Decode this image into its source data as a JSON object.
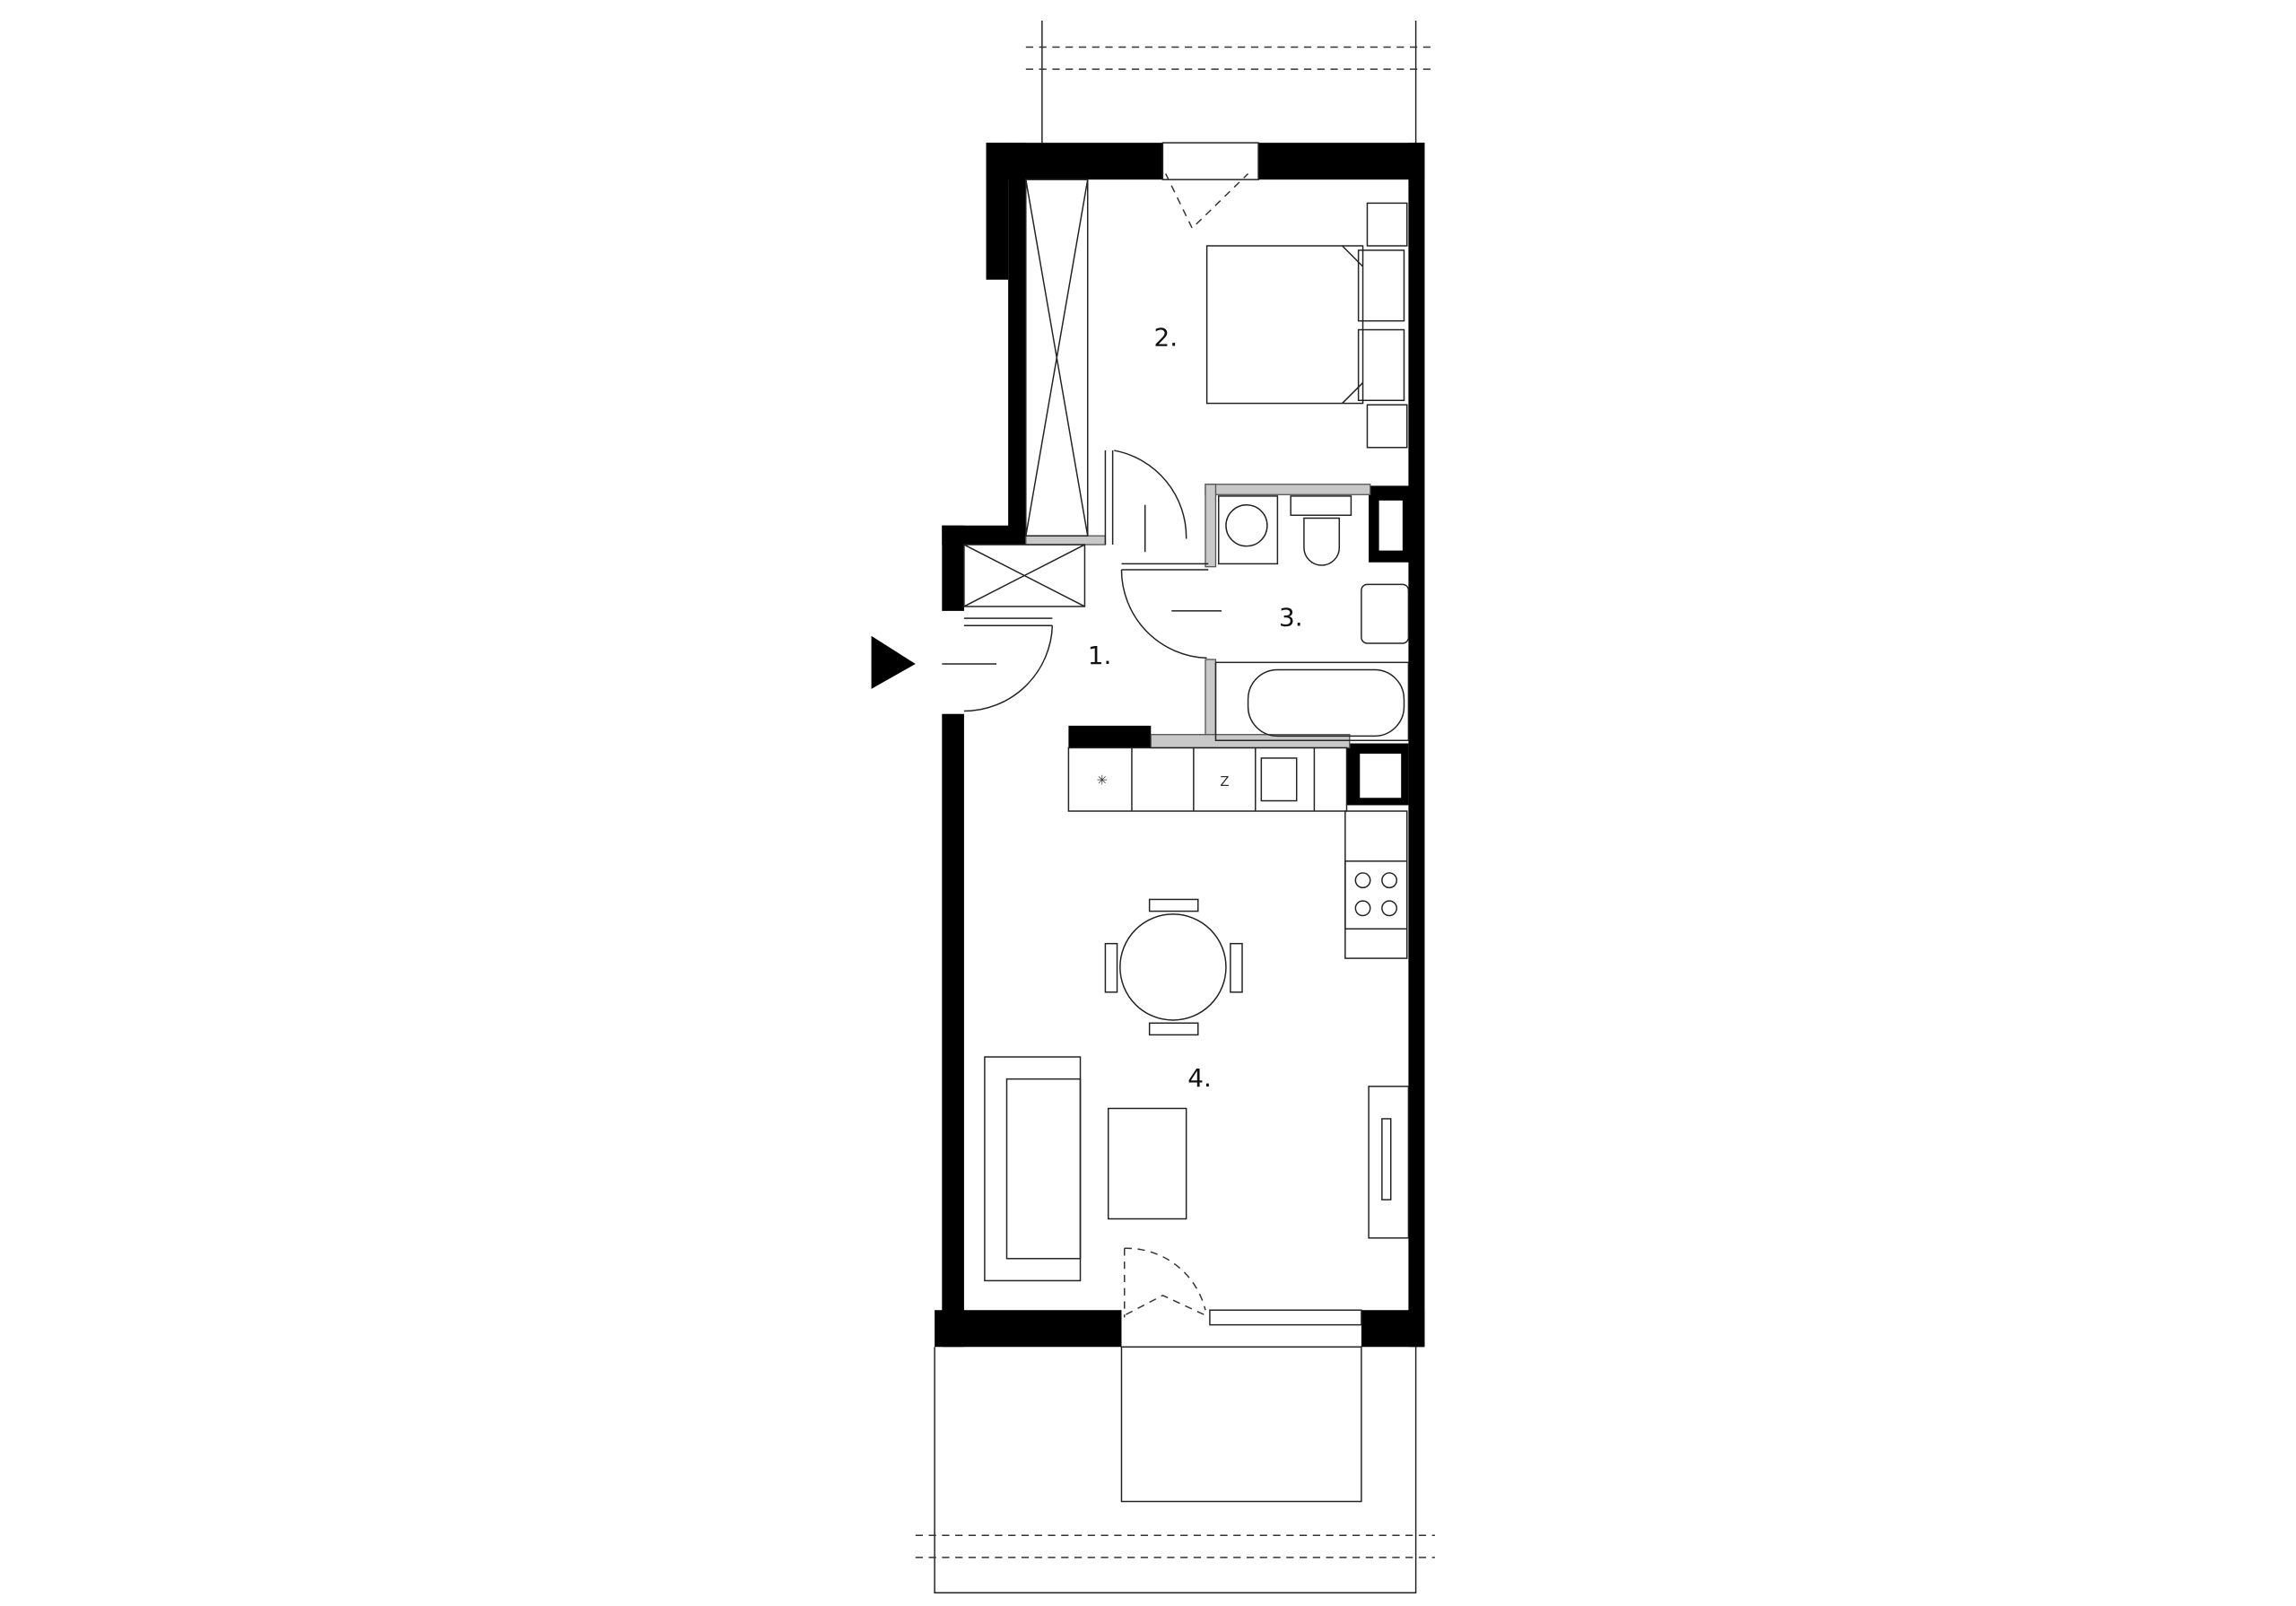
{
  "plan": {
    "rooms": [
      {
        "id": "hall",
        "label": "1."
      },
      {
        "id": "bedroom",
        "label": "2."
      },
      {
        "id": "bathroom",
        "label": "3."
      },
      {
        "id": "living-kitchen",
        "label": "4."
      }
    ],
    "fridge_mark": "Z",
    "colors": {
      "wall": "#000000",
      "partition": "#c8c8c8",
      "line": "#222222"
    }
  }
}
